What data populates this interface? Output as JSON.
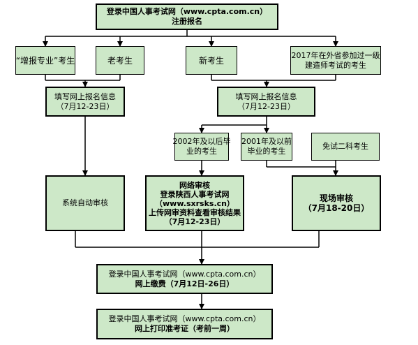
{
  "colors": {
    "box_fill": "#cde8c8",
    "stroke": "#000000",
    "background": "#ffffff"
  },
  "nodes": {
    "login_register": {
      "line1": "登录中国人事考试网（www.cpta.com.cn）",
      "line2": "注册报名"
    },
    "add_major_candidate": {
      "label": "“增报专业”考生"
    },
    "old_candidate": {
      "label": "老考生"
    },
    "new_candidate": {
      "label": "新考生"
    },
    "other_province_2017": {
      "line1": "2017年在外省参加过一级",
      "line2": "建造师考试的考生"
    },
    "fill_info_left": {
      "line1": "填写网上报名信息",
      "line2": "（7月12-23日）"
    },
    "fill_info_right": {
      "line1": "填写网上报名信息",
      "line2": "（7月12-23日）"
    },
    "grad_2002_after": {
      "line1": "2002年及以后毕",
      "line2": "业的考生"
    },
    "grad_2001_before": {
      "line1": "2001年及以前",
      "line2": "毕业的考生"
    },
    "exempt_two_subjects": {
      "label": "免试二科考生"
    },
    "auto_review": {
      "label": "系统自动审核"
    },
    "online_review": {
      "line1": "网络审核",
      "line2": "登录陕西人事考试网",
      "line3": "（www.sxrsks.cn）",
      "line4": "上传网审资料查看审核结果",
      "line5": "（7月12-23日）"
    },
    "onsite_review": {
      "line1": "现场审核",
      "line2": "（7月18-20日）"
    },
    "payment": {
      "line1": "登录中国人事考试网（www.cpta.com.cn）",
      "line2": "网上缴费（7月12日-26日）"
    },
    "print_ticket": {
      "line1": "登录中国人事考试网（www.cpta.com.cn）",
      "line2": "网上打印准考证（考前一周）"
    }
  }
}
